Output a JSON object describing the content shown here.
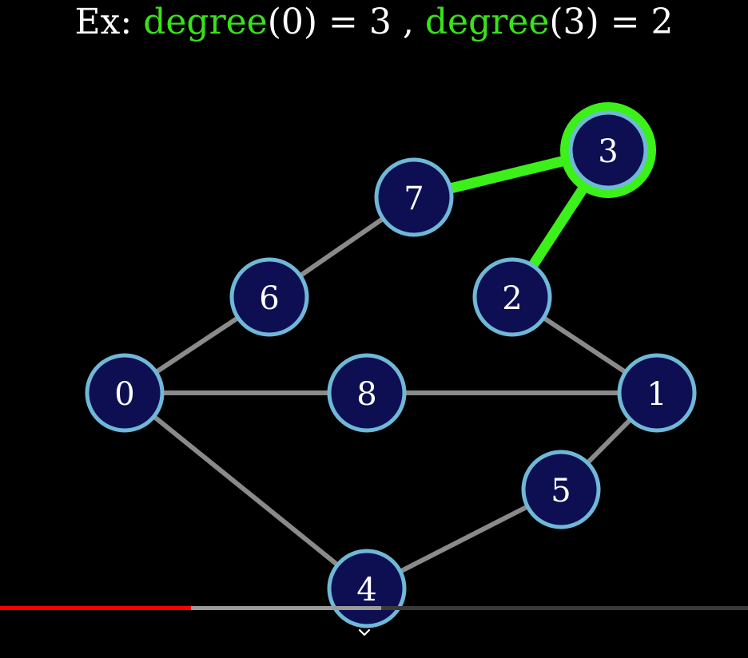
{
  "title": {
    "prefix": "Ex:",
    "expr1_fn": "degree",
    "expr1_arg": "(0)",
    "expr1_eq": "= 3",
    "separator": ",",
    "expr2_fn": "degree",
    "expr2_arg": "(3)",
    "expr2_eq": "= 2"
  },
  "graph": {
    "nodes": [
      "0",
      "1",
      "2",
      "3",
      "4",
      "5",
      "6",
      "7",
      "8"
    ],
    "edges": [
      [
        "0",
        "6"
      ],
      [
        "6",
        "7"
      ],
      [
        "7",
        "3"
      ],
      [
        "3",
        "2"
      ],
      [
        "2",
        "1"
      ],
      [
        "0",
        "8"
      ],
      [
        "8",
        "1"
      ],
      [
        "0",
        "4"
      ],
      [
        "4",
        "5"
      ],
      [
        "5",
        "1"
      ]
    ],
    "highlighted_node": "3",
    "highlighted_edges": [
      [
        "7",
        "3"
      ],
      [
        "3",
        "2"
      ]
    ],
    "colors": {
      "node_fill": "#0e0f52",
      "node_stroke": "#6fb8d8",
      "edge": "#8a8a8a",
      "highlight": "#3cf01a",
      "background": "#000000"
    }
  },
  "player": {
    "progress_fraction": 0.255,
    "buffered_fraction": 0.51,
    "colors": {
      "played": "#ff0000",
      "buffered": "#9a9a9a",
      "track": "#3a3a3a"
    },
    "expand_icon": "chevron-down-icon"
  }
}
